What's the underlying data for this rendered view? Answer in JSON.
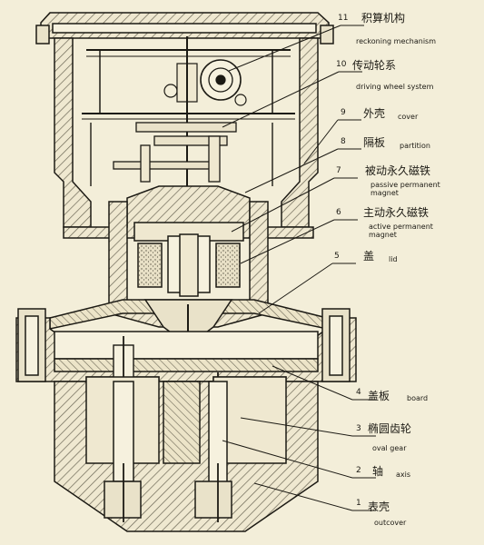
{
  "callouts": [
    {
      "num": "11",
      "cn": "积算机构",
      "en": "reckoning mechanism"
    },
    {
      "num": "10",
      "cn": "传动轮系",
      "en": "driving wheel system"
    },
    {
      "num": "9",
      "cn": "外壳",
      "en": "cover"
    },
    {
      "num": "8",
      "cn": "隔板",
      "en": "partition"
    },
    {
      "num": "7",
      "cn": "被动永久磁铁",
      "en": "passive permanent magnet"
    },
    {
      "num": "6",
      "cn": "主动永久磁铁",
      "en": "active permanent magnet"
    },
    {
      "num": "5",
      "cn": "盖",
      "en": "lid"
    },
    {
      "num": "4",
      "cn": "盖板",
      "en": "board"
    },
    {
      "num": "3",
      "cn": "椭圆齿轮",
      "en": "oval gear"
    },
    {
      "num": "2",
      "cn": "轴",
      "en": "axis"
    },
    {
      "num": "1",
      "cn": "表壳",
      "en": "outcover"
    }
  ],
  "colors": {
    "background": "#f3eed9",
    "ink": "#1c1a14",
    "hatch": "#6b6655"
  }
}
